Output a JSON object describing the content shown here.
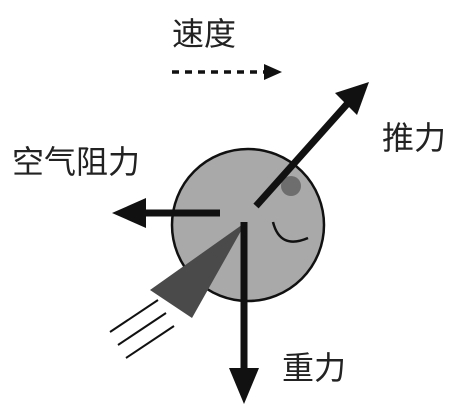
{
  "labels": {
    "velocity": "速度",
    "thrust": "推力",
    "air_resistance": "空气阻力",
    "gravity": "重力"
  },
  "colors": {
    "body_fill": "#a9a9a9",
    "eye_fill": "#6e6e6e",
    "beak_fill": "#4a4a4a",
    "arrow": "#111111",
    "text": "#222222"
  }
}
